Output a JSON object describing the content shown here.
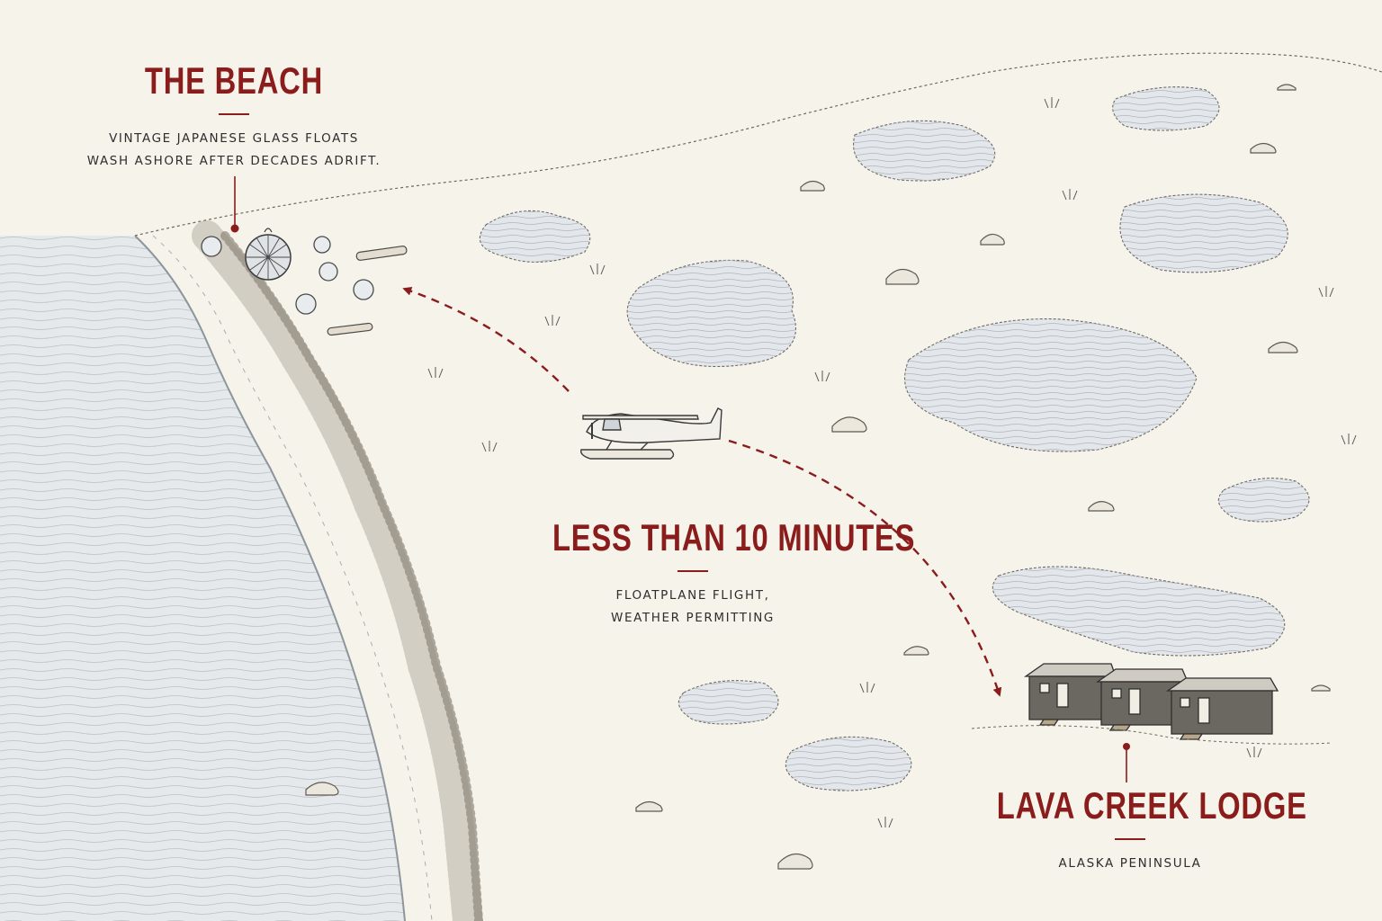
{
  "locations": {
    "beach": {
      "title": "THE BEACH",
      "description_line1": "VINTAGE JAPANESE GLASS FLOATS",
      "description_line2": "WASH ASHORE AFTER DECADES ADRIFT."
    },
    "flight": {
      "title": "LESS THAN 10 MINUTES",
      "description_line1": "FLOATPLANE FLIGHT,",
      "description_line2": "WEATHER PERMITTING"
    },
    "lodge": {
      "title": "LAVA CREEK LODGE",
      "subtitle": "ALASKA PENINSULA"
    }
  },
  "colors": {
    "paper": "#f6f3ea",
    "accent": "#8a1c1c",
    "ink": "#2e2e2e",
    "water": "#dfe3e6",
    "pond": "#e3e6ea"
  },
  "icons": [
    "floatplane-icon",
    "glass-float-icon",
    "cabin-icon",
    "driftwood-icon",
    "boulder-icon",
    "grass-tuft-icon"
  ]
}
